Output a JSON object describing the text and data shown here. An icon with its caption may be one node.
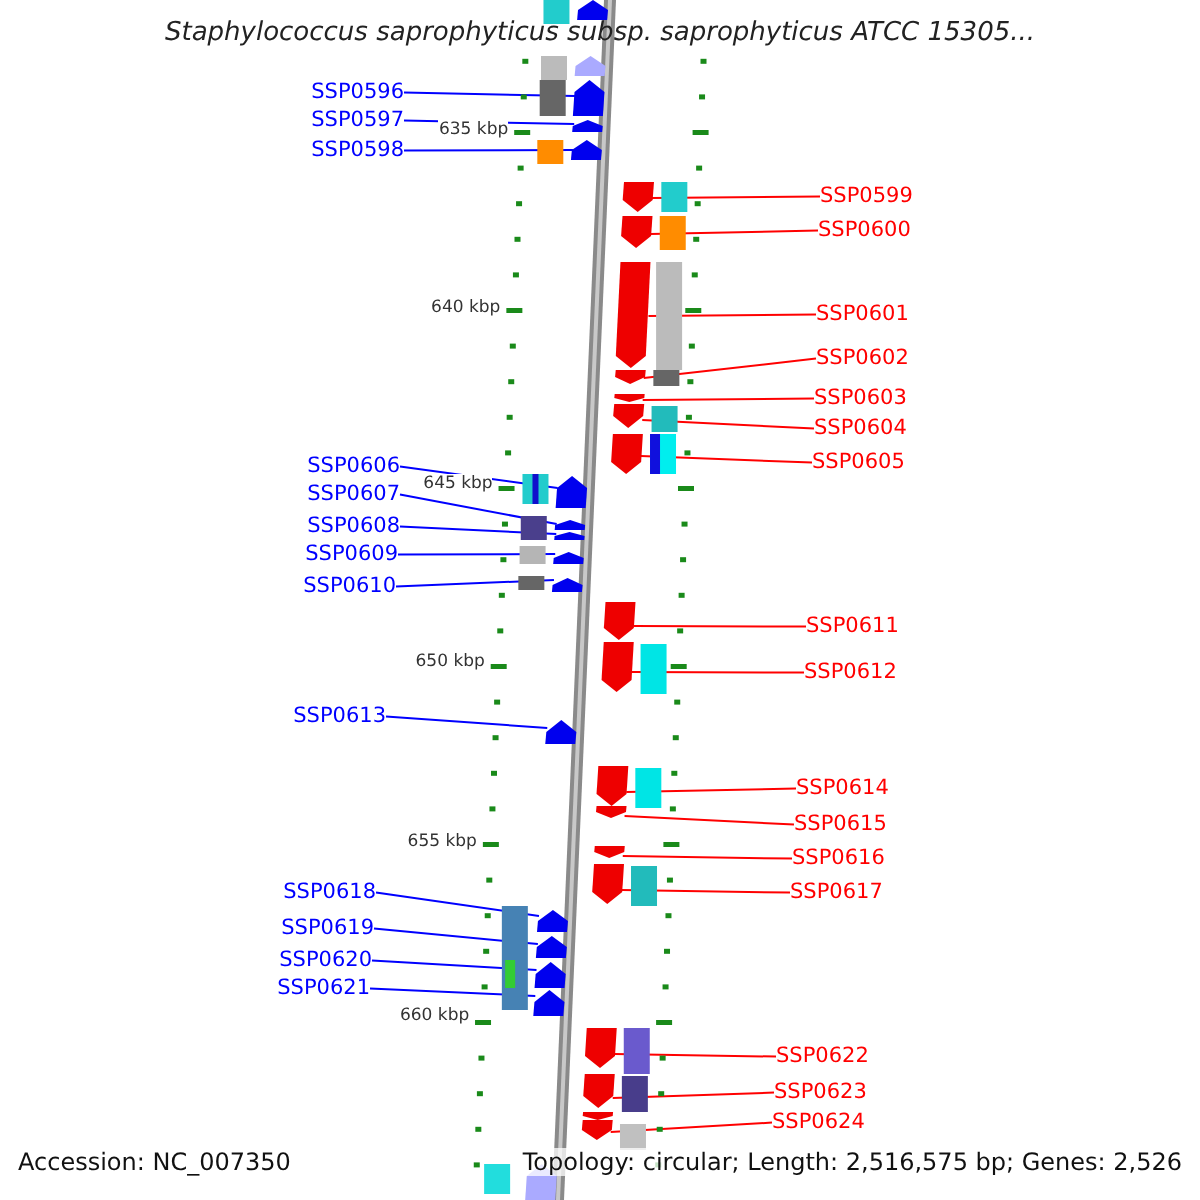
{
  "diagram": {
    "title": "Staphylococcus saprophyticus subsp. saprophyticus ATCC 15305...",
    "nodes": [
      {
        "text": [
          "SSP0596"
        ]
      },
      {
        "text": [
          "SSP0597"
        ]
      },
      {
        "text": [
          "SSP0598"
        ]
      },
      {
        "text": [
          "SSP0599"
        ]
      },
      {
        "text": [
          "SSP0600"
        ]
      },
      {
        "text": [
          "SSP0601"
        ]
      },
      {
        "text": [
          "SSP0602"
        ]
      },
      {
        "text": [
          "SSP0603"
        ]
      },
      {
        "text": [
          "SSP0604"
        ]
      },
      {
        "text": [
          "SSP0605"
        ]
      },
      {
        "text": [
          "SSP0606"
        ]
      },
      {
        "text": [
          "SSP0607"
        ]
      },
      {
        "text": [
          "SSP0608"
        ]
      },
      {
        "text": [
          "SSP0609"
        ]
      },
      {
        "text": [
          "SSP0610"
        ]
      },
      {
        "text": [
          "SSP0611"
        ]
      },
      {
        "text": [
          "SSP0612"
        ]
      },
      {
        "text": [
          "SSP0613"
        ]
      },
      {
        "text": [
          "SSP0614"
        ]
      },
      {
        "text": [
          "SSP0615"
        ]
      },
      {
        "text": [
          "SSP0616"
        ]
      },
      {
        "text": [
          "SSP0617"
        ]
      },
      {
        "text": [
          "SSP0618"
        ]
      },
      {
        "text": [
          "SSP0619"
        ]
      },
      {
        "text": [
          "SSP0620"
        ]
      },
      {
        "text": [
          "SSP0621"
        ]
      },
      {
        "text": [
          "SSP0622"
        ]
      },
      {
        "text": [
          "SSP0623"
        ]
      },
      {
        "text": [
          "SSP0624"
        ]
      },
      {
        "text": [],
        "shape": "pentagon"
      },
      {
        "text": [],
        "shape": "pentagon"
      },
      {
        "text": [],
        "shape": "pentagon"
      },
      {
        "text": [],
        "shape": "pentagon"
      },
      {
        "text": [],
        "shape": "pentagon"
      },
      {
        "text": [],
        "shape": "pentagon"
      },
      {
        "text": [],
        "shape": "pentagon"
      },
      {
        "text": [],
        "shape": "pentagon"
      },
      {
        "text": [],
        "shape": "pentagon"
      },
      {
        "text": [],
        "shape": "pentagon"
      },
      {
        "text": [],
        "shape": "pentagon"
      },
      {
        "text": [],
        "shape": "pentagon"
      },
      {
        "text": [],
        "shape": "pentagon"
      },
      {
        "text": [],
        "shape": "pentagon"
      },
      {
        "text": [],
        "shape": "pentagon"
      },
      {
        "text": [],
        "shape": "pentagon"
      },
      {
        "text": [],
        "shape": "pentagon"
      },
      {
        "text": [],
        "shape": "pentagon"
      },
      {
        "text": [],
        "shape": "pentagon"
      },
      {
        "text": [],
        "shape": "pentagon"
      },
      {
        "text": [],
        "shape": "pentagon"
      },
      {
        "text": [],
        "shape": "pentagon"
      },
      {
        "text": [],
        "shape": "pentagon"
      },
      {
        "text": [],
        "shape": "pentagon"
      },
      {
        "text": [],
        "shape": "pentagon"
      },
      {
        "text": [],
        "shape": "pentagon"
      },
      {
        "text": [],
        "shape": "pentagon"
      },
      {
        "text": [],
        "shape": "pentagon"
      },
      {
        "text": [],
        "shape": "pentagon"
      },
      {
        "text": [],
        "shape": "pentagon"
      },
      {
        "text": [],
        "shape": "pentagon"
      },
      {
        "text": [],
        "shape": "pentagon"
      },
      {
        "text": [],
        "shape": "pentagon"
      }
    ],
    "edges": [
      {
        "from": 0,
        "to": 31,
        "arrow": "none",
        "color": "#0000ff"
      },
      {
        "from": 1,
        "to": 32,
        "arrow": "none",
        "color": "#0000ff"
      },
      {
        "from": 2,
        "to": 33,
        "arrow": "none",
        "color": "#0000ff"
      },
      {
        "from": 3,
        "to": 34,
        "arrow": "none"
      },
      {
        "from": 4,
        "to": 35,
        "arrow": "none"
      },
      {
        "from": 5,
        "to": 36,
        "arrow": "none"
      },
      {
        "from": 6,
        "to": 37,
        "arrow": "none"
      },
      {
        "from": 7,
        "to": 38,
        "arrow": "none"
      },
      {
        "from": 8,
        "to": 39,
        "arrow": "none"
      },
      {
        "from": 9,
        "to": 40,
        "arrow": "none"
      },
      {
        "from": 10,
        "to": 41,
        "arrow": "none",
        "color": "#0000ff"
      },
      {
        "from": 11,
        "to": 42,
        "arrow": "none",
        "color": "#0000ff"
      },
      {
        "from": 12,
        "to": 43,
        "arrow": "none",
        "color": "#0000ff"
      },
      {
        "from": 13,
        "to": 44,
        "arrow": "none",
        "color": "#0000ff"
      },
      {
        "from": 14,
        "to": 45,
        "arrow": "none",
        "color": "#0000ff"
      },
      {
        "from": 15,
        "to": 46,
        "arrow": "none"
      },
      {
        "from": 16,
        "to": 47,
        "arrow": "none"
      },
      {
        "from": 17,
        "to": 48,
        "arrow": "none",
        "color": "#0000ff"
      },
      {
        "from": 18,
        "to": 49,
        "arrow": "none"
      },
      {
        "from": 19,
        "to": 50,
        "arrow": "none"
      },
      {
        "from": 20,
        "to": 51,
        "arrow": "none"
      },
      {
        "from": 21,
        "to": 52,
        "arrow": "none"
      },
      {
        "from": 22,
        "to": 53,
        "arrow": "none",
        "color": "#0000ff"
      },
      {
        "from": 23,
        "to": 54,
        "arrow": "none",
        "color": "#0000ff"
      },
      {
        "from": 24,
        "to": 55,
        "arrow": "none",
        "color": "#0000ff"
      },
      {
        "from": 25,
        "to": 56,
        "arrow": "none",
        "color": "#0000ff"
      },
      {
        "from": 26,
        "to": 57,
        "arrow": "none"
      },
      {
        "from": 27,
        "to": 58,
        "arrow": "none"
      },
      {
        "from": 28,
        "to": 60,
        "arrow": "none"
      }
    ],
    "labels": [
      "635 kbp",
      "640 kbp",
      "645 kbp",
      "650 kbp",
      "655 kbp",
      "660 kbp",
      "Accession: NC_007350",
      "Topology: circular; Length: 2,516,575 bp; Genes: 2,526"
    ]
  }
}
